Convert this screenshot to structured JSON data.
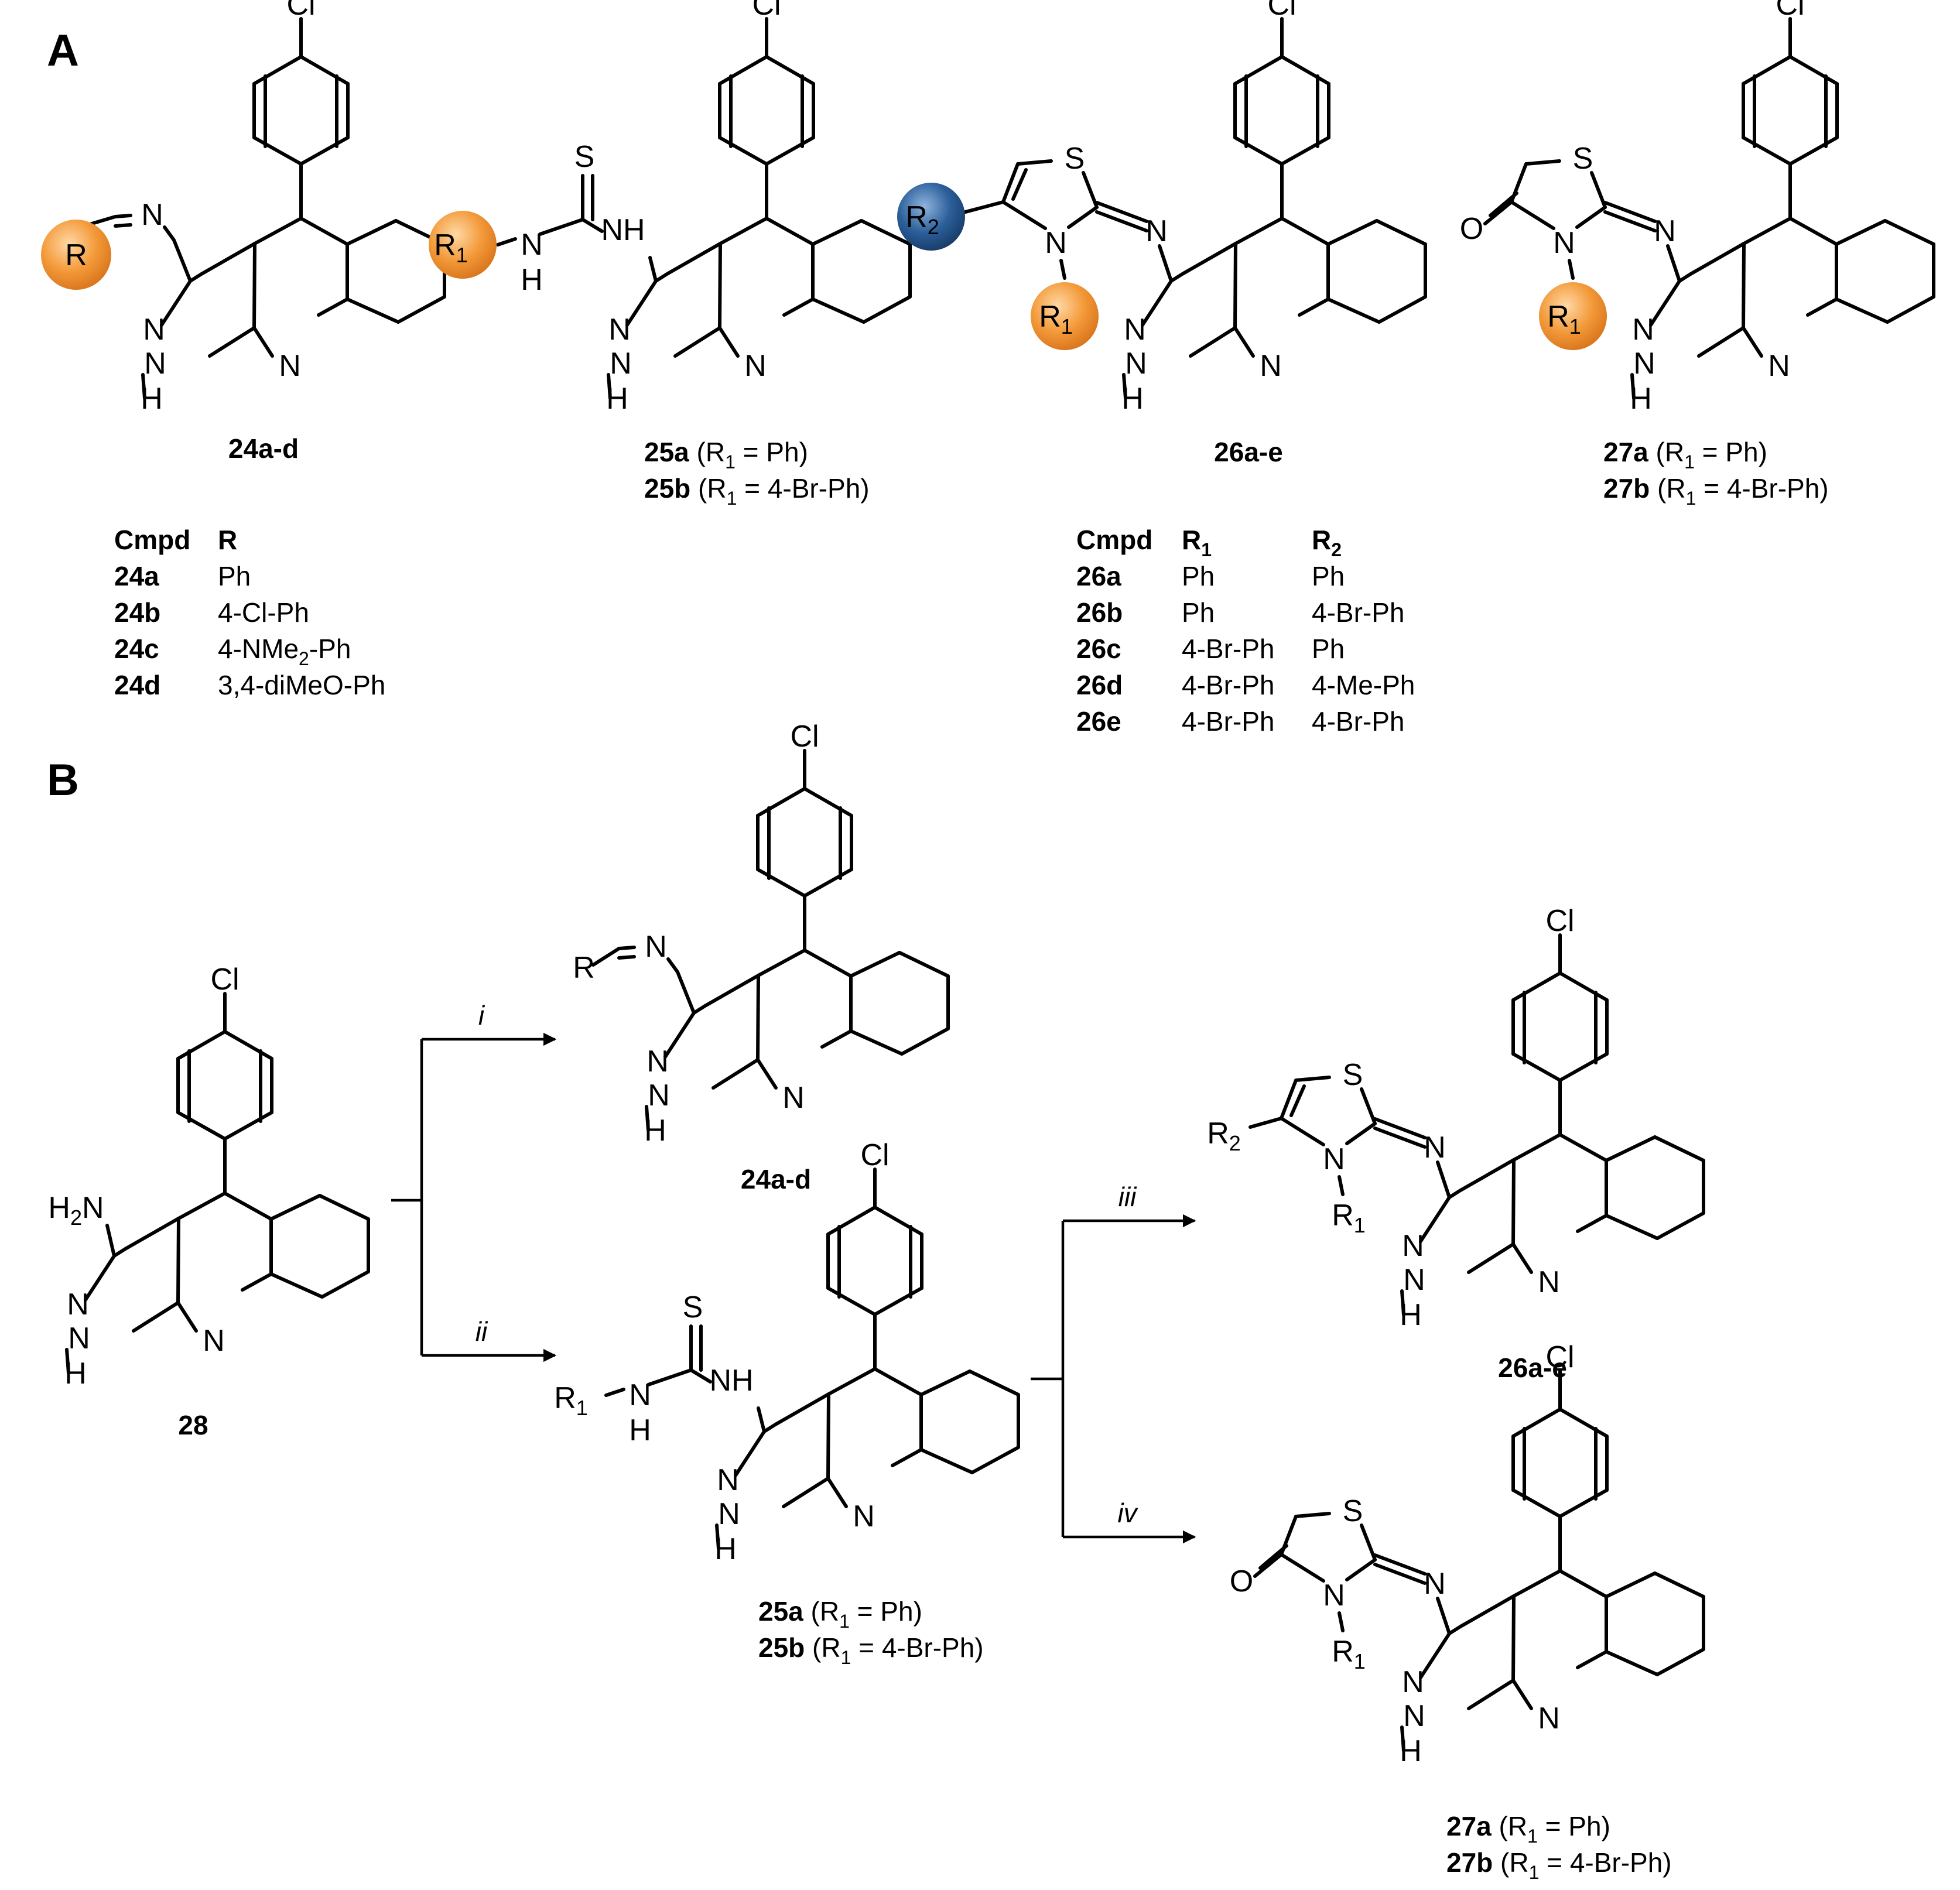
{
  "panels": {
    "a": "A",
    "b": "B"
  },
  "atoms": {
    "cl": "Cl",
    "n": "N",
    "h": "H",
    "nh": "NH",
    "s": "S",
    "o": "O",
    "h2n_h": "H",
    "h2n_2": "2",
    "h2n_n": "N",
    "r": "R",
    "r1_r": "R",
    "r1_sub": "1",
    "r2_r": "R",
    "r2_sub": "2"
  },
  "compounds": {
    "c24": "24a-d",
    "c25a": "25a",
    "c25a_rest": " (R",
    "c25a_sub": "1",
    "c25a_end": " = Ph)",
    "c25b": "25b",
    "c25b_rest": " (R",
    "c25b_sub": "1",
    "c25b_end": " = 4-Br-Ph)",
    "c26": "26a-e",
    "c27a": "27a",
    "c27a_rest": " (R",
    "c27a_sub": "1",
    "c27a_end": " = Ph)",
    "c27b": "27b",
    "c27b_rest": " (R",
    "c27b_sub": "1",
    "c27b_end": " = 4-Br-Ph)",
    "c28": "28"
  },
  "table24": {
    "h_cmpd": "Cmpd",
    "h_r": "R",
    "rows": [
      {
        "cmpd": "24a",
        "r": "Ph"
      },
      {
        "cmpd": "24b",
        "r": "4-Cl-Ph"
      },
      {
        "cmpd": "24c",
        "r_pre": "4-NMe",
        "r_sub": "2",
        "r_post": "-Ph"
      },
      {
        "cmpd": "24d",
        "r": "3,4-diMeO-Ph"
      }
    ]
  },
  "table26": {
    "h_cmpd": "Cmpd",
    "h_r1": "R",
    "h_r1_sub": "1",
    "h_r2": "R",
    "h_r2_sub": "2",
    "rows": [
      {
        "cmpd": "26a",
        "r1": "Ph",
        "r2": "Ph"
      },
      {
        "cmpd": "26b",
        "r1": "Ph",
        "r2": "4-Br-Ph"
      },
      {
        "cmpd": "26c",
        "r1": "4-Br-Ph",
        "r2": "Ph"
      },
      {
        "cmpd": "26d",
        "r1": "4-Br-Ph",
        "r2": "4-Me-Ph"
      },
      {
        "cmpd": "26e",
        "r1": "4-Br-Ph",
        "r2": "4-Br-Ph"
      }
    ]
  },
  "reagents": {
    "i": "i",
    "ii": "ii",
    "iii": "iii",
    "iv": "iv"
  },
  "colors": {
    "orange": "#f39a3a",
    "blue": "#1f4e86"
  }
}
